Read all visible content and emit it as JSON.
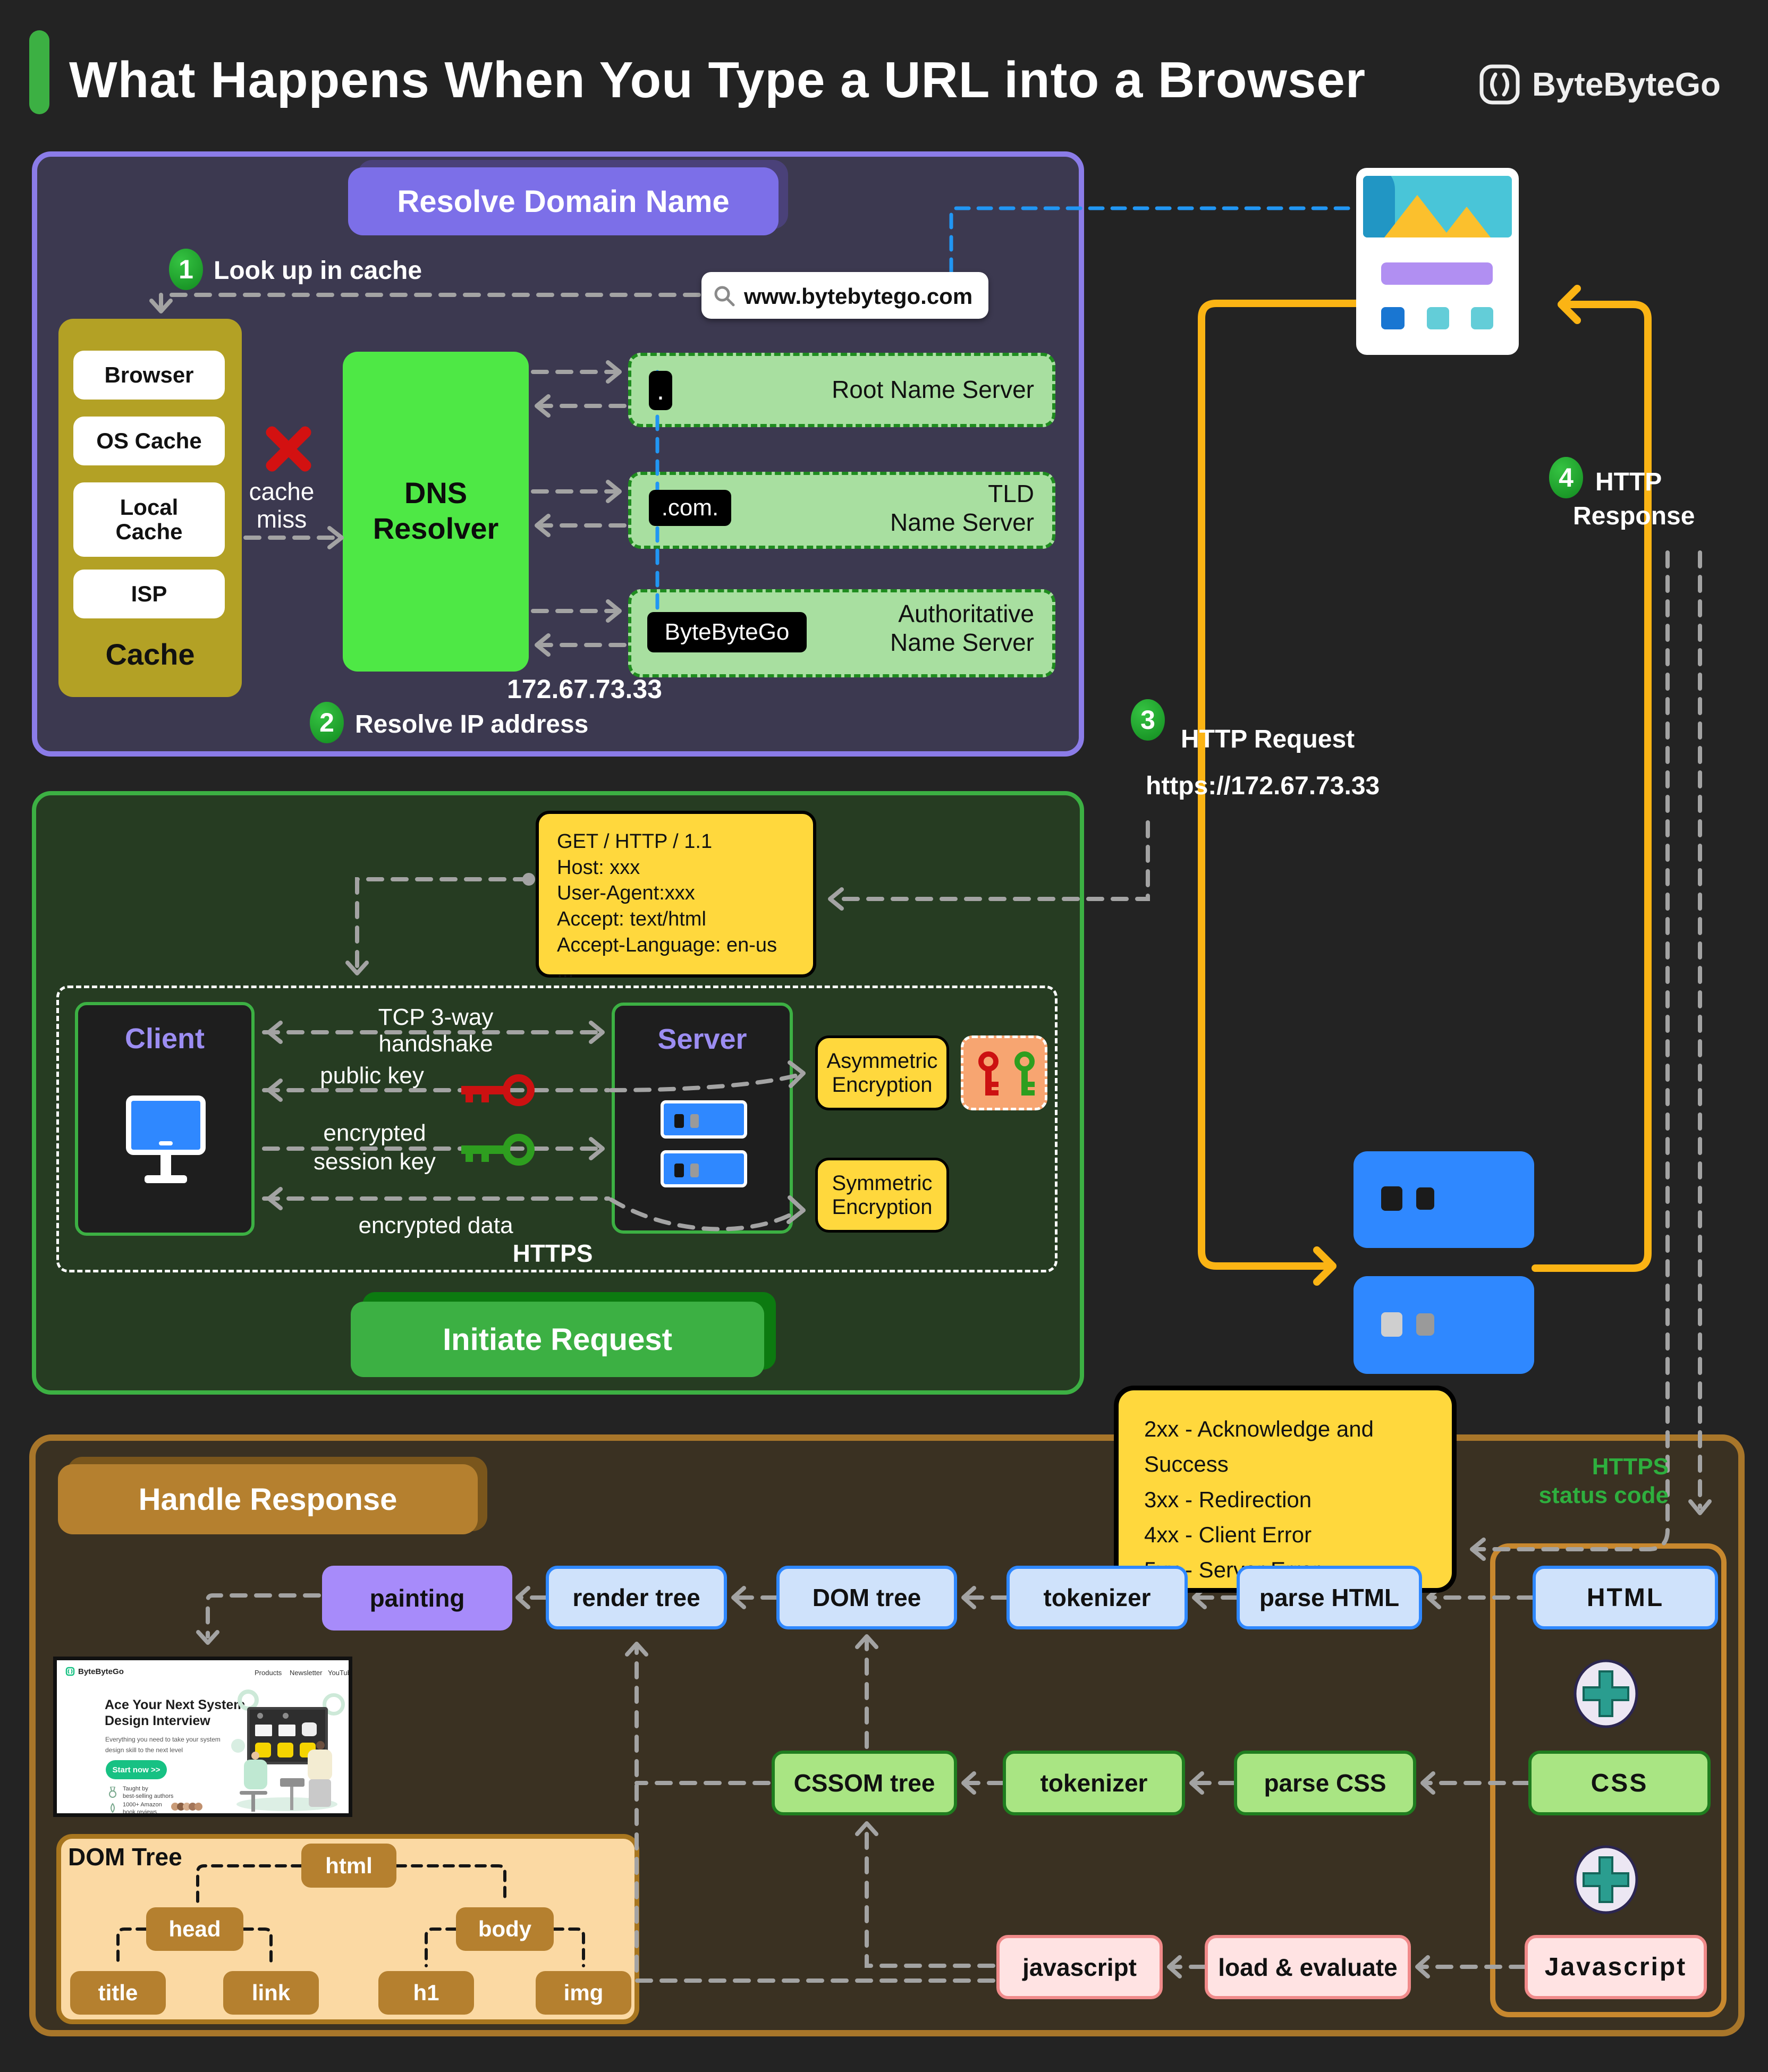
{
  "header": {
    "title": "What Happens When You Type a URL into a Browser",
    "brand": "ByteByteGo"
  },
  "dns": {
    "panel_title": "Resolve Domain Name",
    "step1_num": "1",
    "step1_label": "Look up in cache",
    "step2_num": "2",
    "step2_label": "Resolve IP address",
    "search_url": "www.bytebytego.com",
    "cache_items": [
      "Browser",
      "OS Cache",
      "Local Cache",
      "ISP"
    ],
    "cache_title": "Cache",
    "cache_miss_1": "cache",
    "cache_miss_2": "miss",
    "resolver_1": "DNS",
    "resolver_2": "Resolver",
    "ip": "172.67.73.33",
    "root_badge": ".",
    "root_label": "Root Name Server",
    "tld_badge": ".com.",
    "tld_label_1": "TLD",
    "tld_label_2": "Name Server",
    "auth_badge": "ByteByteGo",
    "auth_label_1": "Authoritative",
    "auth_label_2": "Name Server"
  },
  "request": {
    "panel_title": "Initiate Request",
    "http_lines": [
      "GET / HTTP / 1.1",
      "Host: xxx",
      "User-Agent:xxx",
      "Accept: text/html",
      "Accept-Language: en-us",
      "..."
    ],
    "client": "Client",
    "server": "Server",
    "tcp": "TCP 3-way handshake",
    "public_key": "public key",
    "enc_session_1": "encrypted",
    "enc_session_2": "session key",
    "enc_data": "encrypted data",
    "https": "HTTPS",
    "asym_1": "Asymmetric",
    "asym_2": "Encryption",
    "sym_1": "Symmetric",
    "sym_2": "Encryption",
    "step3_num": "3",
    "step3_label": "HTTP Request",
    "step3_url": "https://172.67.73.33",
    "step4_num": "4",
    "step4_label_1": "HTTP",
    "step4_label_2": "Response"
  },
  "response": {
    "status_note_1": "HTTPS",
    "status_note_2": "status code",
    "status_codes": [
      "2xx - Acknowledge and Success",
      "3xx - Redirection",
      "4xx - Client Error",
      "5xx - Server Error"
    ]
  },
  "handle": {
    "panel_title": "Handle Response",
    "row1": [
      "painting",
      "render tree",
      "DOM tree",
      "tokenizer",
      "parse HTML",
      "HTML"
    ],
    "row2": [
      "CSSOM tree",
      "tokenizer",
      "parse CSS",
      "CSS"
    ],
    "row3": [
      "javascript",
      "load & evaluate",
      "Javasc​ript"
    ],
    "dom_tree_title": "DOM Tree",
    "dom_nodes": {
      "root": "html",
      "l2": [
        "head",
        "body"
      ],
      "l3": [
        "title",
        "link",
        "h1",
        "img"
      ]
    }
  },
  "site": {
    "logo": "ByteByteGo",
    "nav": [
      "Products",
      "Newsletter",
      "YouTube"
    ],
    "heading_1": "Ace Your Next System",
    "heading_2": "Design Interview",
    "sub_1": "Everything you need to take your system",
    "sub_2": "design skill to the next level",
    "cta": "Start now >>",
    "fact1_1": "Taught by",
    "fact1_2": "best-selling authors",
    "fact2_1": "1000+ Amazon",
    "fact2_2": "book reviews."
  },
  "colors": {
    "accent_green": "#3cb043",
    "panel_purple": "#8b7ce8",
    "header_purple": "#7c6fe8",
    "cache_yellow": "#b3a125",
    "dns_green": "#4ee845",
    "note_yellow": "#ffd83d",
    "path_yellow": "#fbb414",
    "server_blue": "#2f88ff",
    "handle_orange": "#b5802f"
  }
}
